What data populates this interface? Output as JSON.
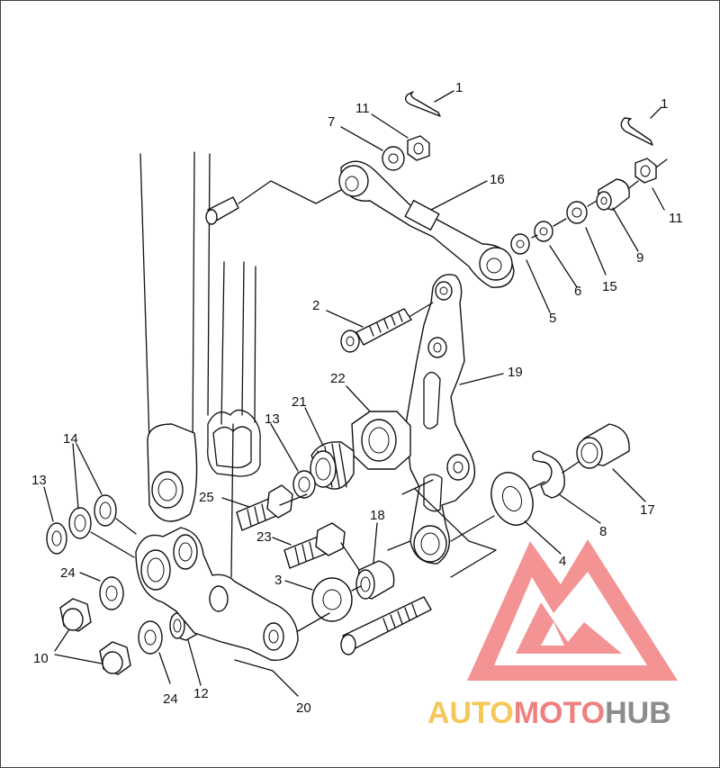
{
  "callouts": [
    "1",
    "1",
    "7",
    "11",
    "16",
    "11",
    "9",
    "15",
    "6",
    "5",
    "2",
    "19",
    "22",
    "21",
    "13",
    "14",
    "13",
    "25",
    "23",
    "18",
    "3",
    "24",
    "10",
    "24",
    "12",
    "20",
    "4",
    "8",
    "17"
  ],
  "watermark": {
    "part1": "AUTO",
    "part2": "MOTO",
    "part3": "HUB",
    "colors": {
      "auto": "#f5c85a",
      "moto": "#f08080",
      "hub": "#8c8c8c",
      "logo": "#f07070"
    }
  }
}
